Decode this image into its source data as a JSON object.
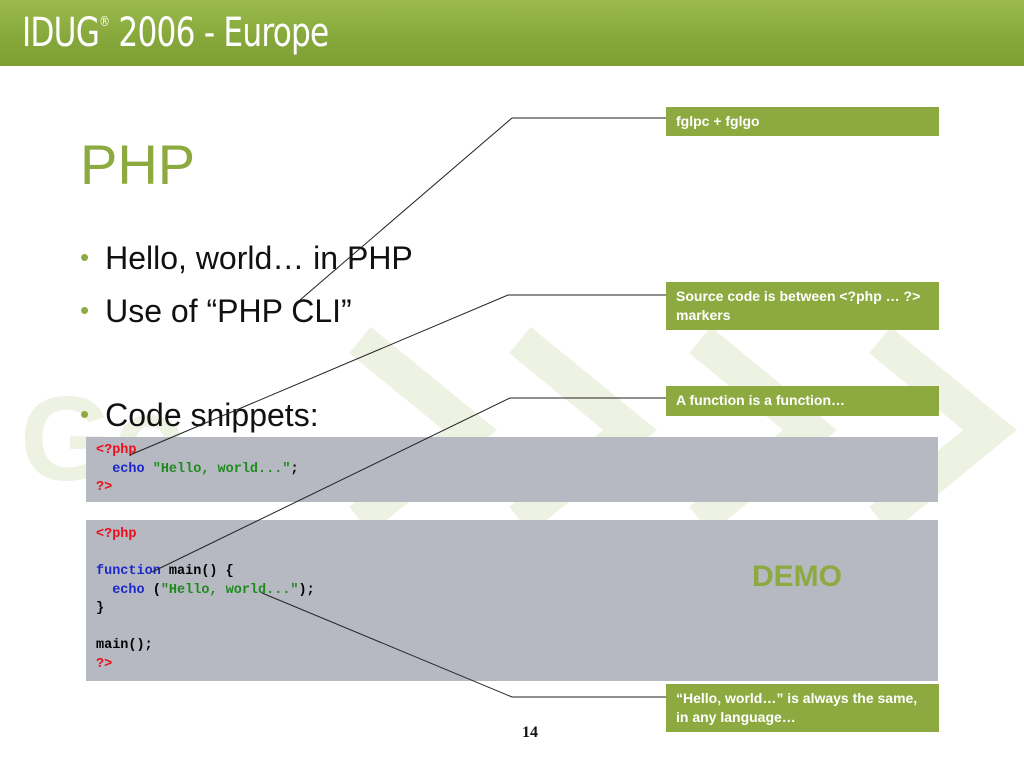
{
  "header": {
    "title_main": "IDUG",
    "title_reg": "®",
    "title_rest": " 2006 - Europe"
  },
  "slide": {
    "title": "PHP",
    "bullets": [
      "Hello, world… in PHP",
      "Use of “PHP CLI”",
      "Code snippets:"
    ],
    "bullet_char": "•"
  },
  "code_snippets": [
    {
      "lines": [
        [
          {
            "t": "<?php",
            "c": "red"
          }
        ],
        [
          {
            "t": "  ",
            "c": ""
          },
          {
            "t": "echo",
            "c": "blue"
          },
          {
            "t": " ",
            "c": ""
          },
          {
            "t": "\"Hello, world...\"",
            "c": "green"
          },
          {
            "t": ";",
            "c": ""
          }
        ],
        [
          {
            "t": "?>",
            "c": "red"
          }
        ]
      ]
    },
    {
      "lines": [
        [
          {
            "t": "<?php",
            "c": "red"
          }
        ],
        [],
        [
          {
            "t": "function",
            "c": "blue"
          },
          {
            "t": " main() {",
            "c": ""
          }
        ],
        [
          {
            "t": "  ",
            "c": ""
          },
          {
            "t": "echo",
            "c": "blue"
          },
          {
            "t": " (",
            "c": ""
          },
          {
            "t": "\"Hello, world...\"",
            "c": "green"
          },
          {
            "t": ");",
            "c": ""
          }
        ],
        [
          {
            "t": "}",
            "c": ""
          }
        ],
        [],
        [
          {
            "t": "main();",
            "c": ""
          }
        ],
        [
          {
            "t": "?>",
            "c": "red"
          }
        ]
      ]
    }
  ],
  "demo_label": "DEMO",
  "callouts": [
    "fglpc + fglgo",
    "Source code is between <?php … ?> markers",
    "A function is a function…",
    "“Hello, world…” is always the same, in any language…"
  ],
  "page_number": "14",
  "colors": {
    "accent_green": "#8caa3f",
    "header_green": "#87a83b",
    "code_bg": "#b6b9c2",
    "keyword_red": "#e8101a",
    "keyword_blue": "#1c28c8",
    "string_green": "#1e8a1e"
  }
}
